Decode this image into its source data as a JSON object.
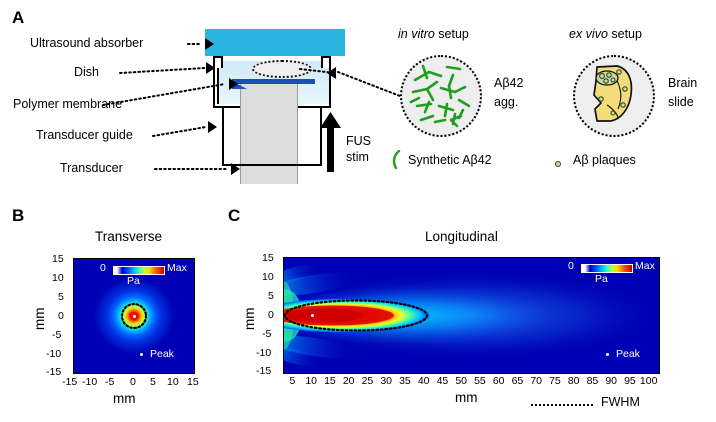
{
  "panels": {
    "a": {
      "letter": "A",
      "labels": [
        "Ultrasound absorber",
        "Dish",
        "Polymer membrane",
        "Transducer guide",
        "Transducer"
      ],
      "fus_line1": "FUS",
      "fus_line2": "stim",
      "invitro_title_italic": "in vitro",
      "invitro_title_rest": " setup",
      "exvivo_title_italic": "ex vivo",
      "exvivo_title_rest": " setup",
      "invitro_side_line1": "Aβ42",
      "invitro_side_line2": "agg.",
      "exvivo_side_line1": "Brain",
      "exvivo_side_line2": "slide",
      "legend_synthetic": "Synthetic Aβ42",
      "legend_plaques": "Aβ plaques"
    },
    "b": {
      "letter": "B",
      "title": "Transverse",
      "cb_min": "0",
      "cb_max": "Max",
      "cb_unit": "Pa",
      "peak_label": "Peak",
      "xlabel": "mm",
      "ylabel": "mm"
    },
    "c": {
      "letter": "C",
      "title": "Longitudinal",
      "cb_min": "0",
      "cb_max": "Max",
      "cb_unit": "Pa",
      "peak_label": "Peak",
      "xlabel": "mm",
      "ylabel": "mm",
      "fwhm_label": "FWHM"
    }
  },
  "chart_data": [
    {
      "id": "panel_b",
      "type": "heatmap",
      "title": "Transverse",
      "xlabel": "mm",
      "ylabel": "mm",
      "xlim": [
        -15,
        15
      ],
      "ylim": [
        -15,
        15
      ],
      "xticks": [
        -15,
        -10,
        -5,
        0,
        5,
        10,
        15
      ],
      "yticks": [
        15,
        10,
        5,
        0,
        -5,
        -10,
        -15
      ],
      "xticklabels": [
        "-15",
        "-10",
        "-5",
        "0",
        "5",
        "10",
        "15"
      ],
      "yticklabels": [
        "15",
        "10",
        "5",
        "0",
        "-5",
        "-10",
        "-15"
      ],
      "colormap": "jet",
      "colorbar": {
        "min_label": "0",
        "max_label": "Max",
        "unit": "Pa",
        "position": "top-inside"
      },
      "grid": false,
      "focus_center_mm": [
        0,
        0
      ],
      "peak_marker_mm": [
        0,
        0
      ],
      "peak_legend": "Peak",
      "fwhm_contour": {
        "shape": "circle",
        "center_mm": [
          0,
          0
        ],
        "radius_mm": 3.0
      },
      "description": "Transverse pressure field of focused ultrasound transducer, radially symmetric jet-colormap hot spot at origin with dotted FWHM circle."
    },
    {
      "id": "panel_c",
      "type": "heatmap",
      "title": "Longitudinal",
      "xlabel": "mm",
      "ylabel": "mm",
      "xlim": [
        2.5,
        102.5
      ],
      "ylim": [
        -15,
        15
      ],
      "xticks": [
        5,
        10,
        15,
        20,
        25,
        30,
        35,
        40,
        45,
        50,
        55,
        60,
        65,
        70,
        75,
        80,
        85,
        90,
        95,
        100
      ],
      "yticks": [
        15,
        10,
        5,
        0,
        -5,
        -10,
        -15
      ],
      "xticklabels": [
        "5",
        "10",
        "15",
        "20",
        "25",
        "30",
        "35",
        "40",
        "45",
        "50",
        "55",
        "60",
        "65",
        "70",
        "75",
        "80",
        "85",
        "90",
        "95",
        "100"
      ],
      "yticklabels": [
        "15",
        "10",
        "5",
        "0",
        "-5",
        "-10",
        "-15"
      ],
      "colormap": "jet",
      "colorbar": {
        "min_label": "0",
        "max_label": "Max",
        "unit": "Pa",
        "position": "top-right-inside"
      },
      "grid": false,
      "focus_center_mm": [
        17,
        0
      ],
      "peak_marker_mm": [
        10,
        0
      ],
      "peak_legend": "Peak",
      "fwhm_contour": {
        "shape": "ellipse",
        "center_mm": [
          22,
          0
        ],
        "x_half_width_mm": 19,
        "y_half_width_mm": 4
      },
      "fwhm_legend": "FWHM",
      "description": "Longitudinal pressure field along propagation axis; elongated cigar-shaped focal zone from ~4 to ~42 mm with dotted FWHM ellipse, decaying blue far field out to 100 mm."
    }
  ]
}
